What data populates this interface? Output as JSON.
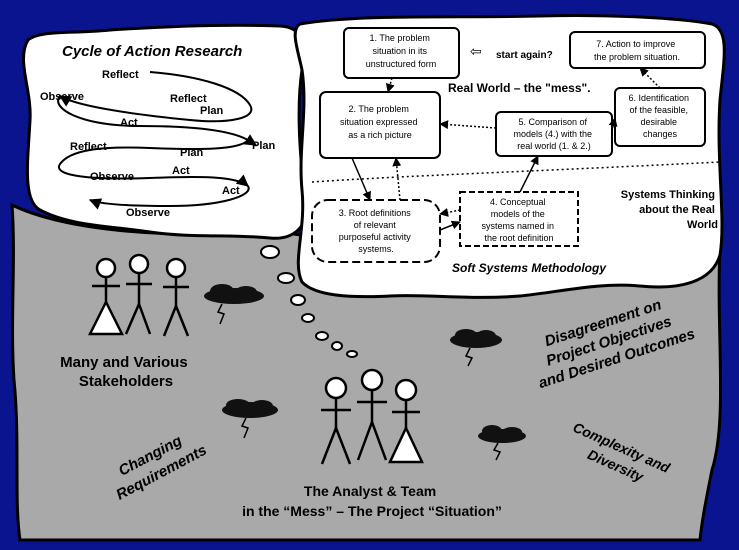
{
  "colors": {
    "background": "#0b148f",
    "mess_fill": "#a9a9a9",
    "cloud_fill": "#ffffff",
    "ink": "#000000"
  },
  "action_research": {
    "title": "Cycle of Action Research",
    "labels": {
      "reflect1": "Reflect",
      "observe1": "Observe",
      "reflect2": "Reflect",
      "plan1": "Plan",
      "act1": "Act",
      "reflect3": "Reflect",
      "plan2": "Plan",
      "plan3": "Plan",
      "observe2": "Observe",
      "act2": "Act",
      "act3": "Act",
      "observe3": "Observe"
    }
  },
  "ssm": {
    "box1": [
      "1. The problem",
      "situation in its",
      "unstructured form"
    ],
    "start_again": "start again?",
    "box7": [
      "7. Action to improve",
      "the problem situation."
    ],
    "real_world": "Real World – the \"mess\".",
    "box6": [
      "6. Identification",
      "of the feasible,",
      "desirable",
      "changes"
    ],
    "box2": [
      "2. The problem",
      "situation expressed",
      "as a rich picture"
    ],
    "box5": [
      "5. Comparison of",
      "models (4.) with the",
      "real world (1. & 2.)"
    ],
    "box4": [
      "4. Conceptual",
      "models of the",
      "systems named in",
      "the root definition"
    ],
    "box3": [
      "3. Root definitions",
      "of relevant",
      "purposeful activity",
      "systems."
    ],
    "systems_thinking": [
      "Systems Thinking",
      "about the Real",
      "World"
    ],
    "title": "Soft Systems Methodology"
  },
  "mess": {
    "stakeholders": [
      "Many and Various",
      "Stakeholders"
    ],
    "disagreement": [
      "Disagreement on",
      "Project Objectives",
      "and Desired Outcomes"
    ],
    "changing": [
      "Changing",
      "Requirements"
    ],
    "complexity": [
      "Complexity and",
      "Diversity"
    ],
    "team": [
      "The Analyst & Team",
      "in the “Mess” – The Project “Situation”"
    ]
  }
}
